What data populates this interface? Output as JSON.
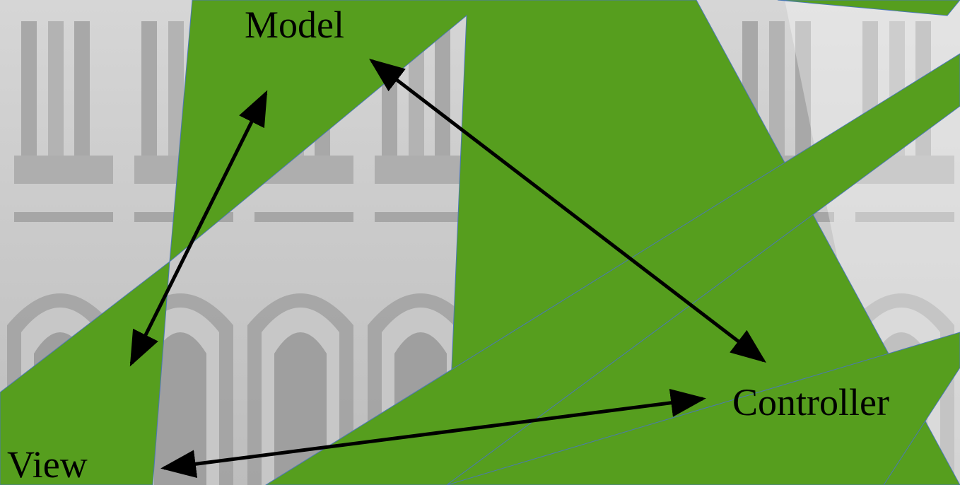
{
  "diagram": {
    "nodes": {
      "model": "Model",
      "view": "View",
      "controller": "Controller"
    },
    "edges": [
      {
        "from": "model",
        "to": "view",
        "direction": "both"
      },
      {
        "from": "model",
        "to": "controller",
        "direction": "both"
      },
      {
        "from": "view",
        "to": "controller",
        "direction": "both"
      }
    ]
  },
  "colors": {
    "shape_fill": "#569e1e",
    "shape_edge": "#4a78b5",
    "arrow": "#000000",
    "text": "#000000",
    "background_tint": "#d2d2d2"
  },
  "background": {
    "description_icon": "cathedral-facade-image"
  }
}
